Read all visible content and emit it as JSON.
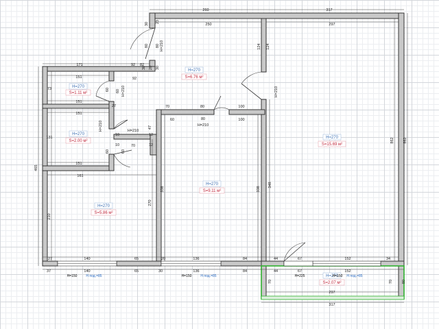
{
  "rooms": [
    {
      "id": "corridor",
      "height": "H=270",
      "area": "S=6.76 м²"
    },
    {
      "id": "big",
      "height": "H=270",
      "area": "S=15.69 м²"
    },
    {
      "id": "wc",
      "height": "H=270",
      "area": "S=1.11 м²"
    },
    {
      "id": "bath",
      "height": "H=270",
      "area": "S=2.00 м²"
    },
    {
      "id": "kitchen",
      "height": "H=270",
      "area": "S=5.86 м²"
    },
    {
      "id": "middle",
      "height": "H=270",
      "area": "S=9.11 м²"
    },
    {
      "id": "balcony",
      "height": "H=270",
      "area": "S=2.07 м²"
    }
  ],
  "dims": {
    "top_260": "260",
    "top_317": "317",
    "c_250": "250",
    "c_297": "297",
    "w_171": "171",
    "w_92a": "92",
    "w_92b": "92",
    "w_151a": "151",
    "w_151b": "151",
    "w_151c": "151",
    "w_151d": "151",
    "w_161": "161",
    "v_73": "73",
    "v_131": "131",
    "v_465": "465",
    "v_210": "210",
    "v_270": "270",
    "v_338a": "338",
    "v_338b": "338",
    "v_348": "348",
    "v_862a": "862",
    "v_862b": "862",
    "v_124a": "124",
    "v_124b": "124",
    "d_70a": "70",
    "d_80a": "80",
    "d_100a": "100",
    "d_60": "60",
    "d_80b": "80",
    "d_100b": "100",
    "h_210a": "H=210",
    "h_210b": "H=210",
    "h_210c": "H=210",
    "h_210d": "H=210",
    "h_210e": "H=210",
    "h_210f": "H=210",
    "b_27": "27",
    "b_140a": "140",
    "b_65a": "65",
    "b_20": "20",
    "b_136a": "136",
    "b_84a": "84",
    "b_37": "37",
    "b_140b": "140",
    "b_65b": "65",
    "b_30": "30",
    "b_136b": "136",
    "b_84b": "84",
    "b_44a": "44",
    "b_67a": "67",
    "b_152a": "152",
    "b_34a": "34",
    "b_44b": "44",
    "b_67b": "67",
    "b_152b": "152",
    "b_297": "297",
    "b_317": "317",
    "b_70a": "70",
    "b_70b": "70",
    "b_80": "80",
    "b_12a": "12",
    "b_12b": "12",
    "b_47": "47",
    "b_10a": "10",
    "b_10b": "10",
    "b_70c": "70",
    "b_60a": "60",
    "b_60b": "60",
    "b_60c": "60",
    "b_60d": "60",
    "b_27b": "27",
    "b_30b": "30",
    "b_82": "82",
    "b_30c": "30",
    "b_20b": "20",
    "b_80c": "80",
    "b_80d": "80",
    "b_23": "23",
    "b_30d": "30"
  },
  "windows": [
    {
      "id": "w1",
      "h": "H=150",
      "sill": "H под.=85"
    },
    {
      "id": "w2",
      "h": "H=150",
      "sill": "H под.=85"
    },
    {
      "id": "w3",
      "h": "H=225",
      "h2": "H=150",
      "sill": "H под.=85"
    }
  ]
}
